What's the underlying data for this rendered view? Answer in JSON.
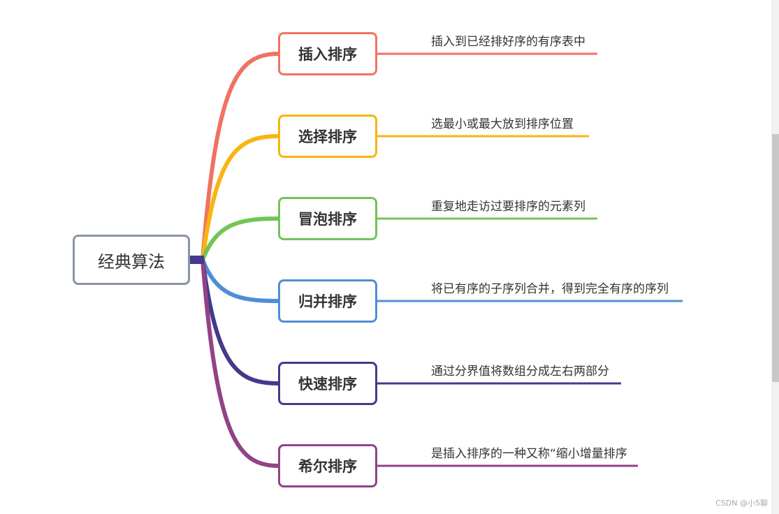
{
  "root": {
    "label": "经典算法",
    "color": "#8994a6"
  },
  "branches": [
    {
      "label": "插入排序",
      "desc": "插入到已经排好序的有序表中",
      "color": "#f07262"
    },
    {
      "label": "选择排序",
      "desc": "选最小或最大放到排序位置",
      "color": "#f9b411"
    },
    {
      "label": "冒泡排序",
      "desc": "重复地走访过要排序的元素列",
      "color": "#72c456"
    },
    {
      "label": "归并排序",
      "desc": "将已有序的子序列合并，得到完全有序的序列",
      "color": "#4f8ed6"
    },
    {
      "label": "快速排序",
      "desc": "通过分界值将数组分成左右两部分",
      "color": "#433a8c"
    },
    {
      "label": "希尔排序",
      "desc": "是插入排序的一种又称“缩小增量排序",
      "color": "#924287"
    }
  ],
  "watermark": "CSDN @小5聊"
}
